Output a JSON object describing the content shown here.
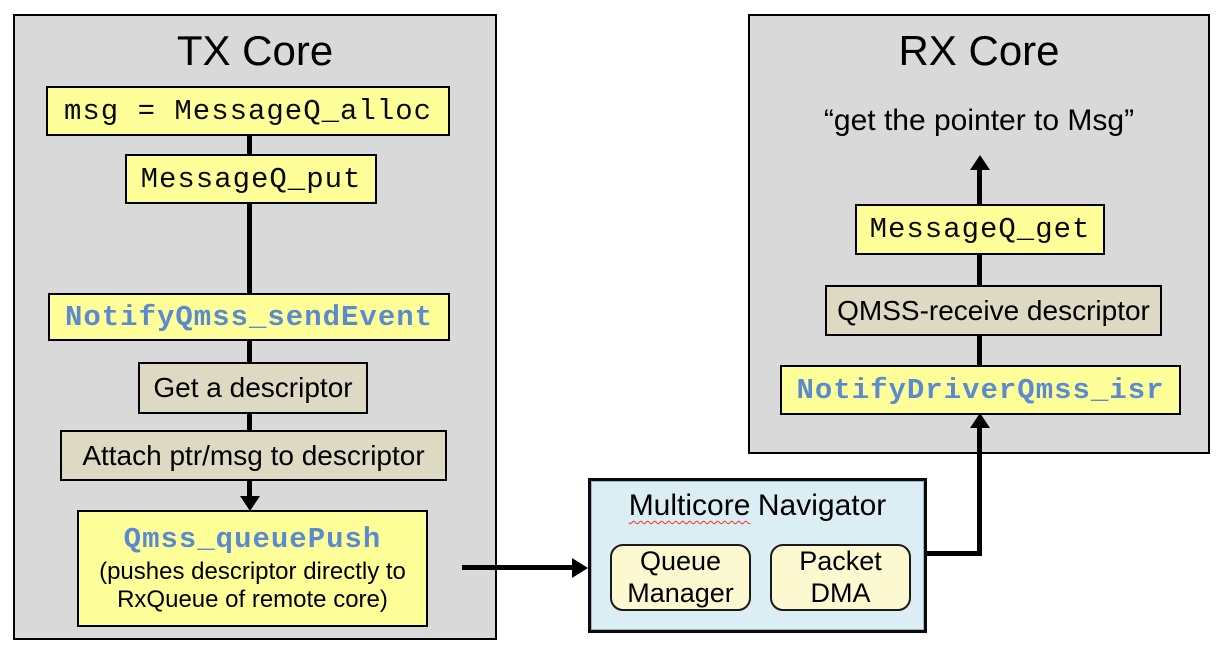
{
  "tx_core": {
    "title": "TX Core",
    "alloc": "msg = MessageQ_alloc",
    "put": "MessageQ_put",
    "send_event": "NotifyQmss_sendEvent",
    "get_descriptor": "Get a descriptor",
    "attach": "Attach ptr/msg to descriptor",
    "queue_push": "Qmss_queuePush",
    "queue_push_note": "(pushes descriptor directly to\nRxQueue of remote core)"
  },
  "rx_core": {
    "title": "RX Core",
    "note": "“get the pointer to Msg”",
    "messageq_get": "MessageQ_get",
    "qmss_receive": "QMSS-receive descriptor",
    "isr": "NotifyDriverQmss_isr"
  },
  "navigator": {
    "title_word": "Multicore",
    "title_rest": "Navigator",
    "queue_manager": "Queue\nManager",
    "packet_dma": "Packet\nDMA"
  },
  "colors": {
    "core_fill": "#d9d9d9",
    "yellow_fill": "#ffff99",
    "tan_fill": "#ddd9c3",
    "navigator_fill": "#daeef3",
    "nav_child_fill": "#fcf9d0",
    "code_blue": "#5b8bce",
    "connector": "#000000",
    "spellcheck_underline": "#ff2a2a"
  }
}
